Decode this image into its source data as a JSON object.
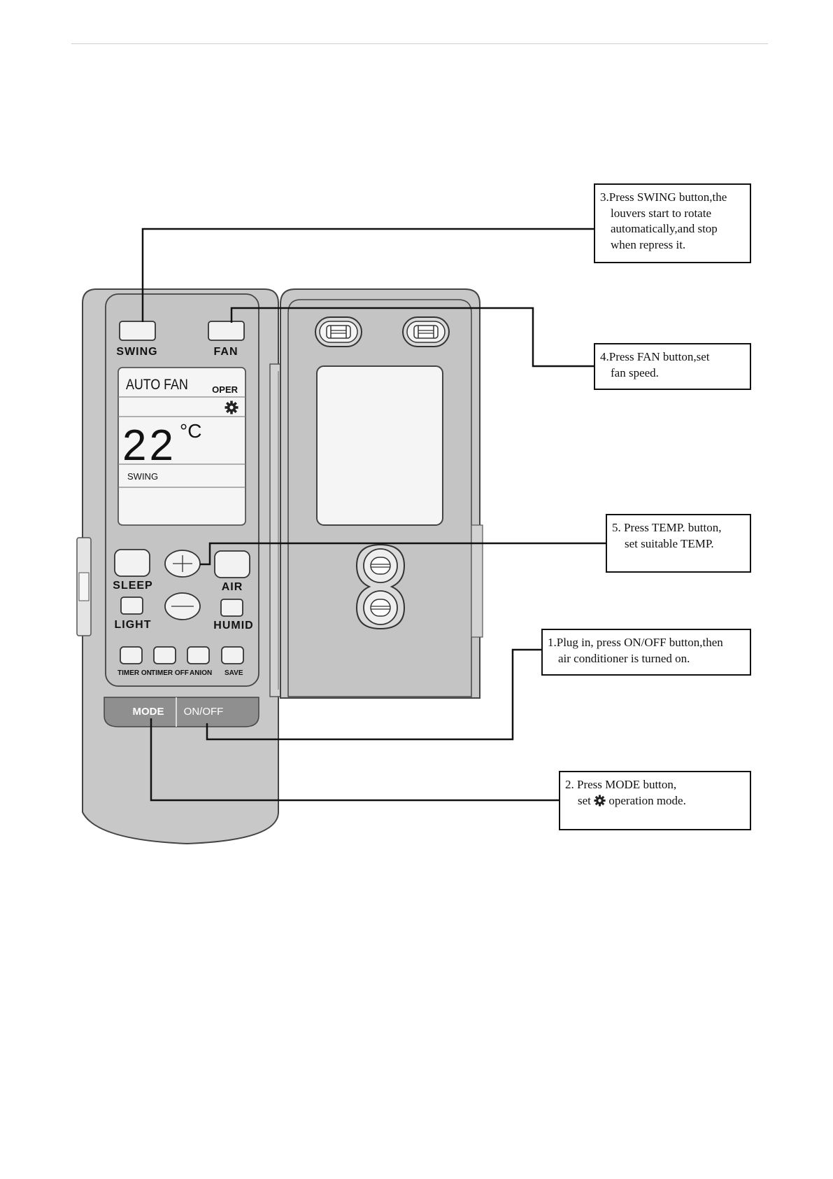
{
  "remote": {
    "buttons": {
      "swing": "SWING",
      "fan": "FAN",
      "sleep": "SLEEP",
      "air": "AIR",
      "light": "LIGHT",
      "humid": "HUMID",
      "timer_on": "TIMER ON",
      "timer_off": "TIMER OFF",
      "anion": "ANION",
      "save": "SAVE",
      "mode": "MODE",
      "onoff": "ON/OFF"
    },
    "display": {
      "fan_mode": "AUTO FAN",
      "oper": "OPER",
      "temperature": "22",
      "unit": "°C",
      "swing": "SWING"
    }
  },
  "callouts": {
    "c3": [
      "3.Press SWING button,the",
      "louvers start to rotate",
      "automatically,and stop",
      "when repress it."
    ],
    "c4": [
      "4.Press FAN button,set",
      "fan speed."
    ],
    "c5": [
      "5. Press TEMP. button,",
      "set suitable TEMP."
    ],
    "c1": [
      "1.Plug in, press ON/OFF button,then",
      "air conditioner is turned on."
    ],
    "c2": [
      "2. Press MODE button,",
      "set",
      "operation mode."
    ]
  },
  "icons": {
    "mode_icon": "gear-icon",
    "plus": "plus-icon",
    "minus": "minus-icon"
  }
}
